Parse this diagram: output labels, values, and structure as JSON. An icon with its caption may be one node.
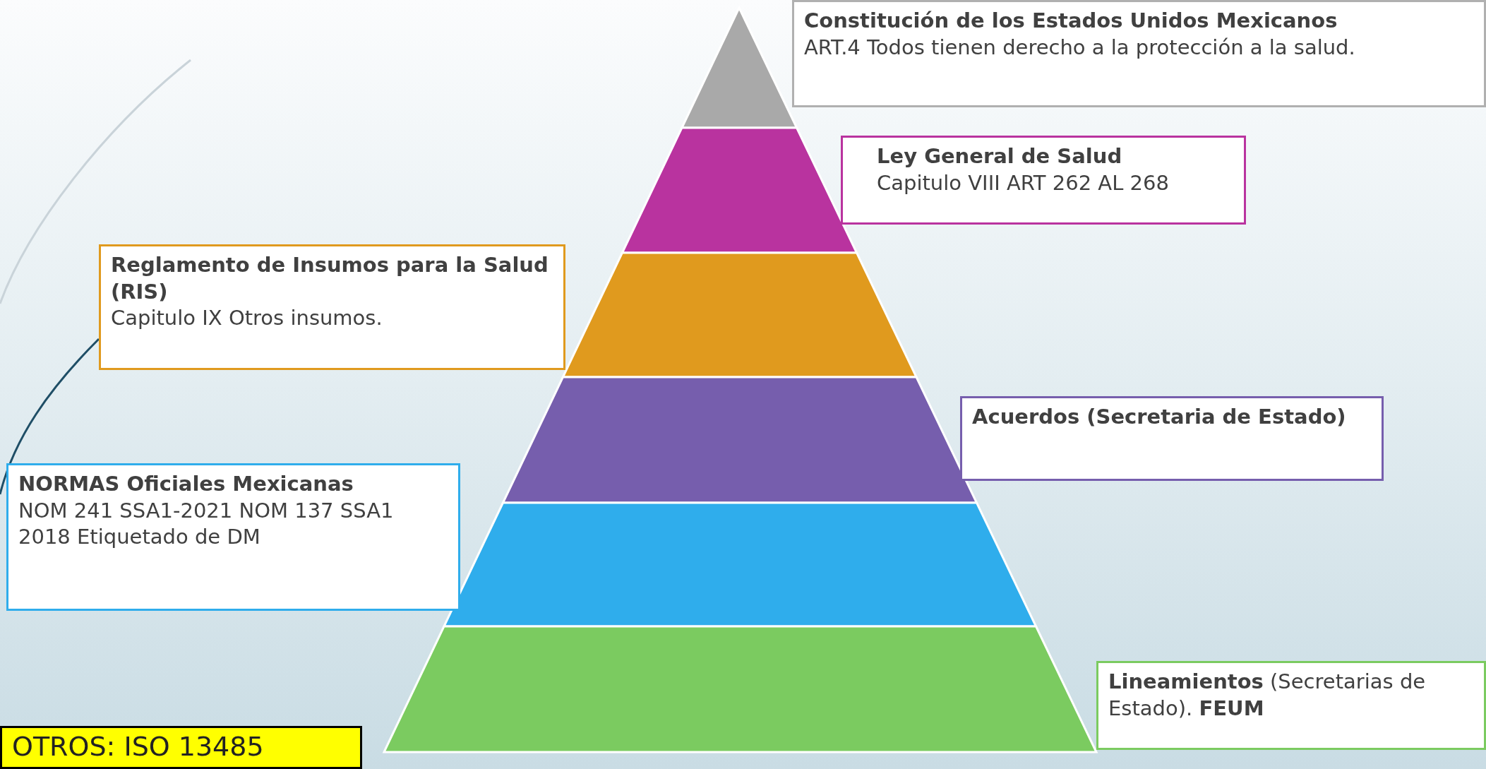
{
  "diagram": {
    "nodes": [
      {
        "text": [
          "Constitución de los Estados Unidos Mexicanos",
          "ART.4 Todos tienen derecho a la protección a la salud."
        ]
      },
      {
        "text": [
          "Ley General de Salud",
          "Capitulo VIII ART 262 AL 268"
        ]
      },
      {
        "text": [
          "Reglamento de Insumos para la Salud (RIS)",
          "Capitulo IX Otros insumos."
        ]
      },
      {
        "text": [
          "Acuerdos (Secretaria de Estado)"
        ]
      },
      {
        "text": [
          "NORMAS Oficiales Mexicanas",
          "NOM 241 SSA1-2021 NOM 137 SSA1 2018 Etiquetado de DM"
        ]
      },
      {
        "text": [
          "**Lineamientos** (Secretarias de Estado). **FEUM**"
        ]
      },
      {
        "text": [
          "OTROS: ISO 13485"
        ]
      }
    ]
  }
}
